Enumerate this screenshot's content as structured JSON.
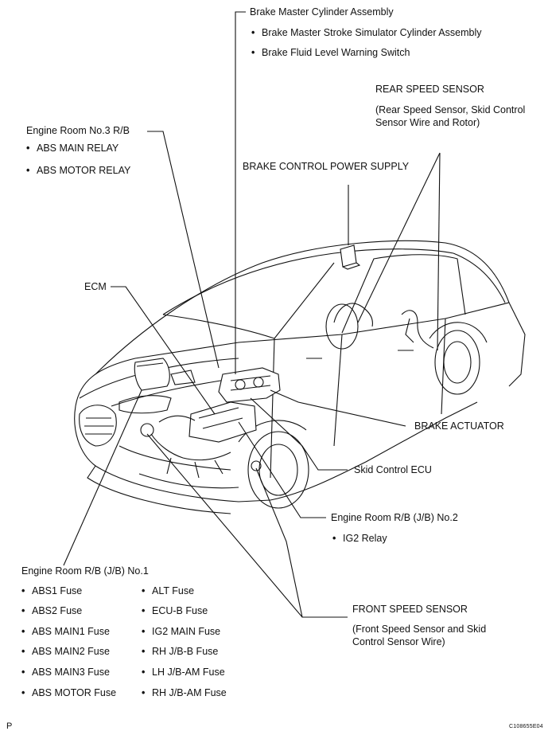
{
  "labels": {
    "brake_master": "Brake Master Cylinder Assembly",
    "brake_master_items": [
      "Brake Master Stroke Simulator Cylinder Assembly",
      "Brake Fluid Level Warning Switch"
    ],
    "rear_speed": "REAR SPEED SENSOR",
    "rear_speed_desc": [
      "(Rear Speed Sensor, Skid Control",
      "Sensor Wire and Rotor)"
    ],
    "engine_room_3": "Engine Room No.3 R/B",
    "engine_room_3_items": [
      "ABS MAIN RELAY",
      "ABS MOTOR RELAY"
    ],
    "brake_power": "BRAKE CONTROL POWER SUPPLY",
    "ecm": "ECM",
    "brake_actuator": "BRAKE ACTUATOR",
    "skid_ecu": "Skid Control ECU",
    "engine_room_2": "Engine Room R/B (J/B) No.2",
    "engine_room_2_items": [
      "IG2 Relay"
    ],
    "engine_room_1": "Engine Room R/B (J/B) No.1",
    "engine_room_1_col1": [
      "ABS1 Fuse",
      "ABS2 Fuse",
      "ABS MAIN1 Fuse",
      "ABS MAIN2 Fuse",
      "ABS MAIN3 Fuse",
      "ABS MOTOR Fuse"
    ],
    "engine_room_1_col2": [
      "ALT Fuse",
      "ECU-B Fuse",
      "IG2 MAIN Fuse",
      "RH J/B-B Fuse",
      "LH J/B-AM Fuse",
      "RH J/B-AM Fuse"
    ],
    "front_speed": "FRONT SPEED SENSOR",
    "front_speed_desc": [
      "(Front Speed Sensor and Skid",
      "Control Sensor Wire)"
    ]
  },
  "footer": {
    "left": "P",
    "right": "C108655E04"
  },
  "bullet": "•"
}
